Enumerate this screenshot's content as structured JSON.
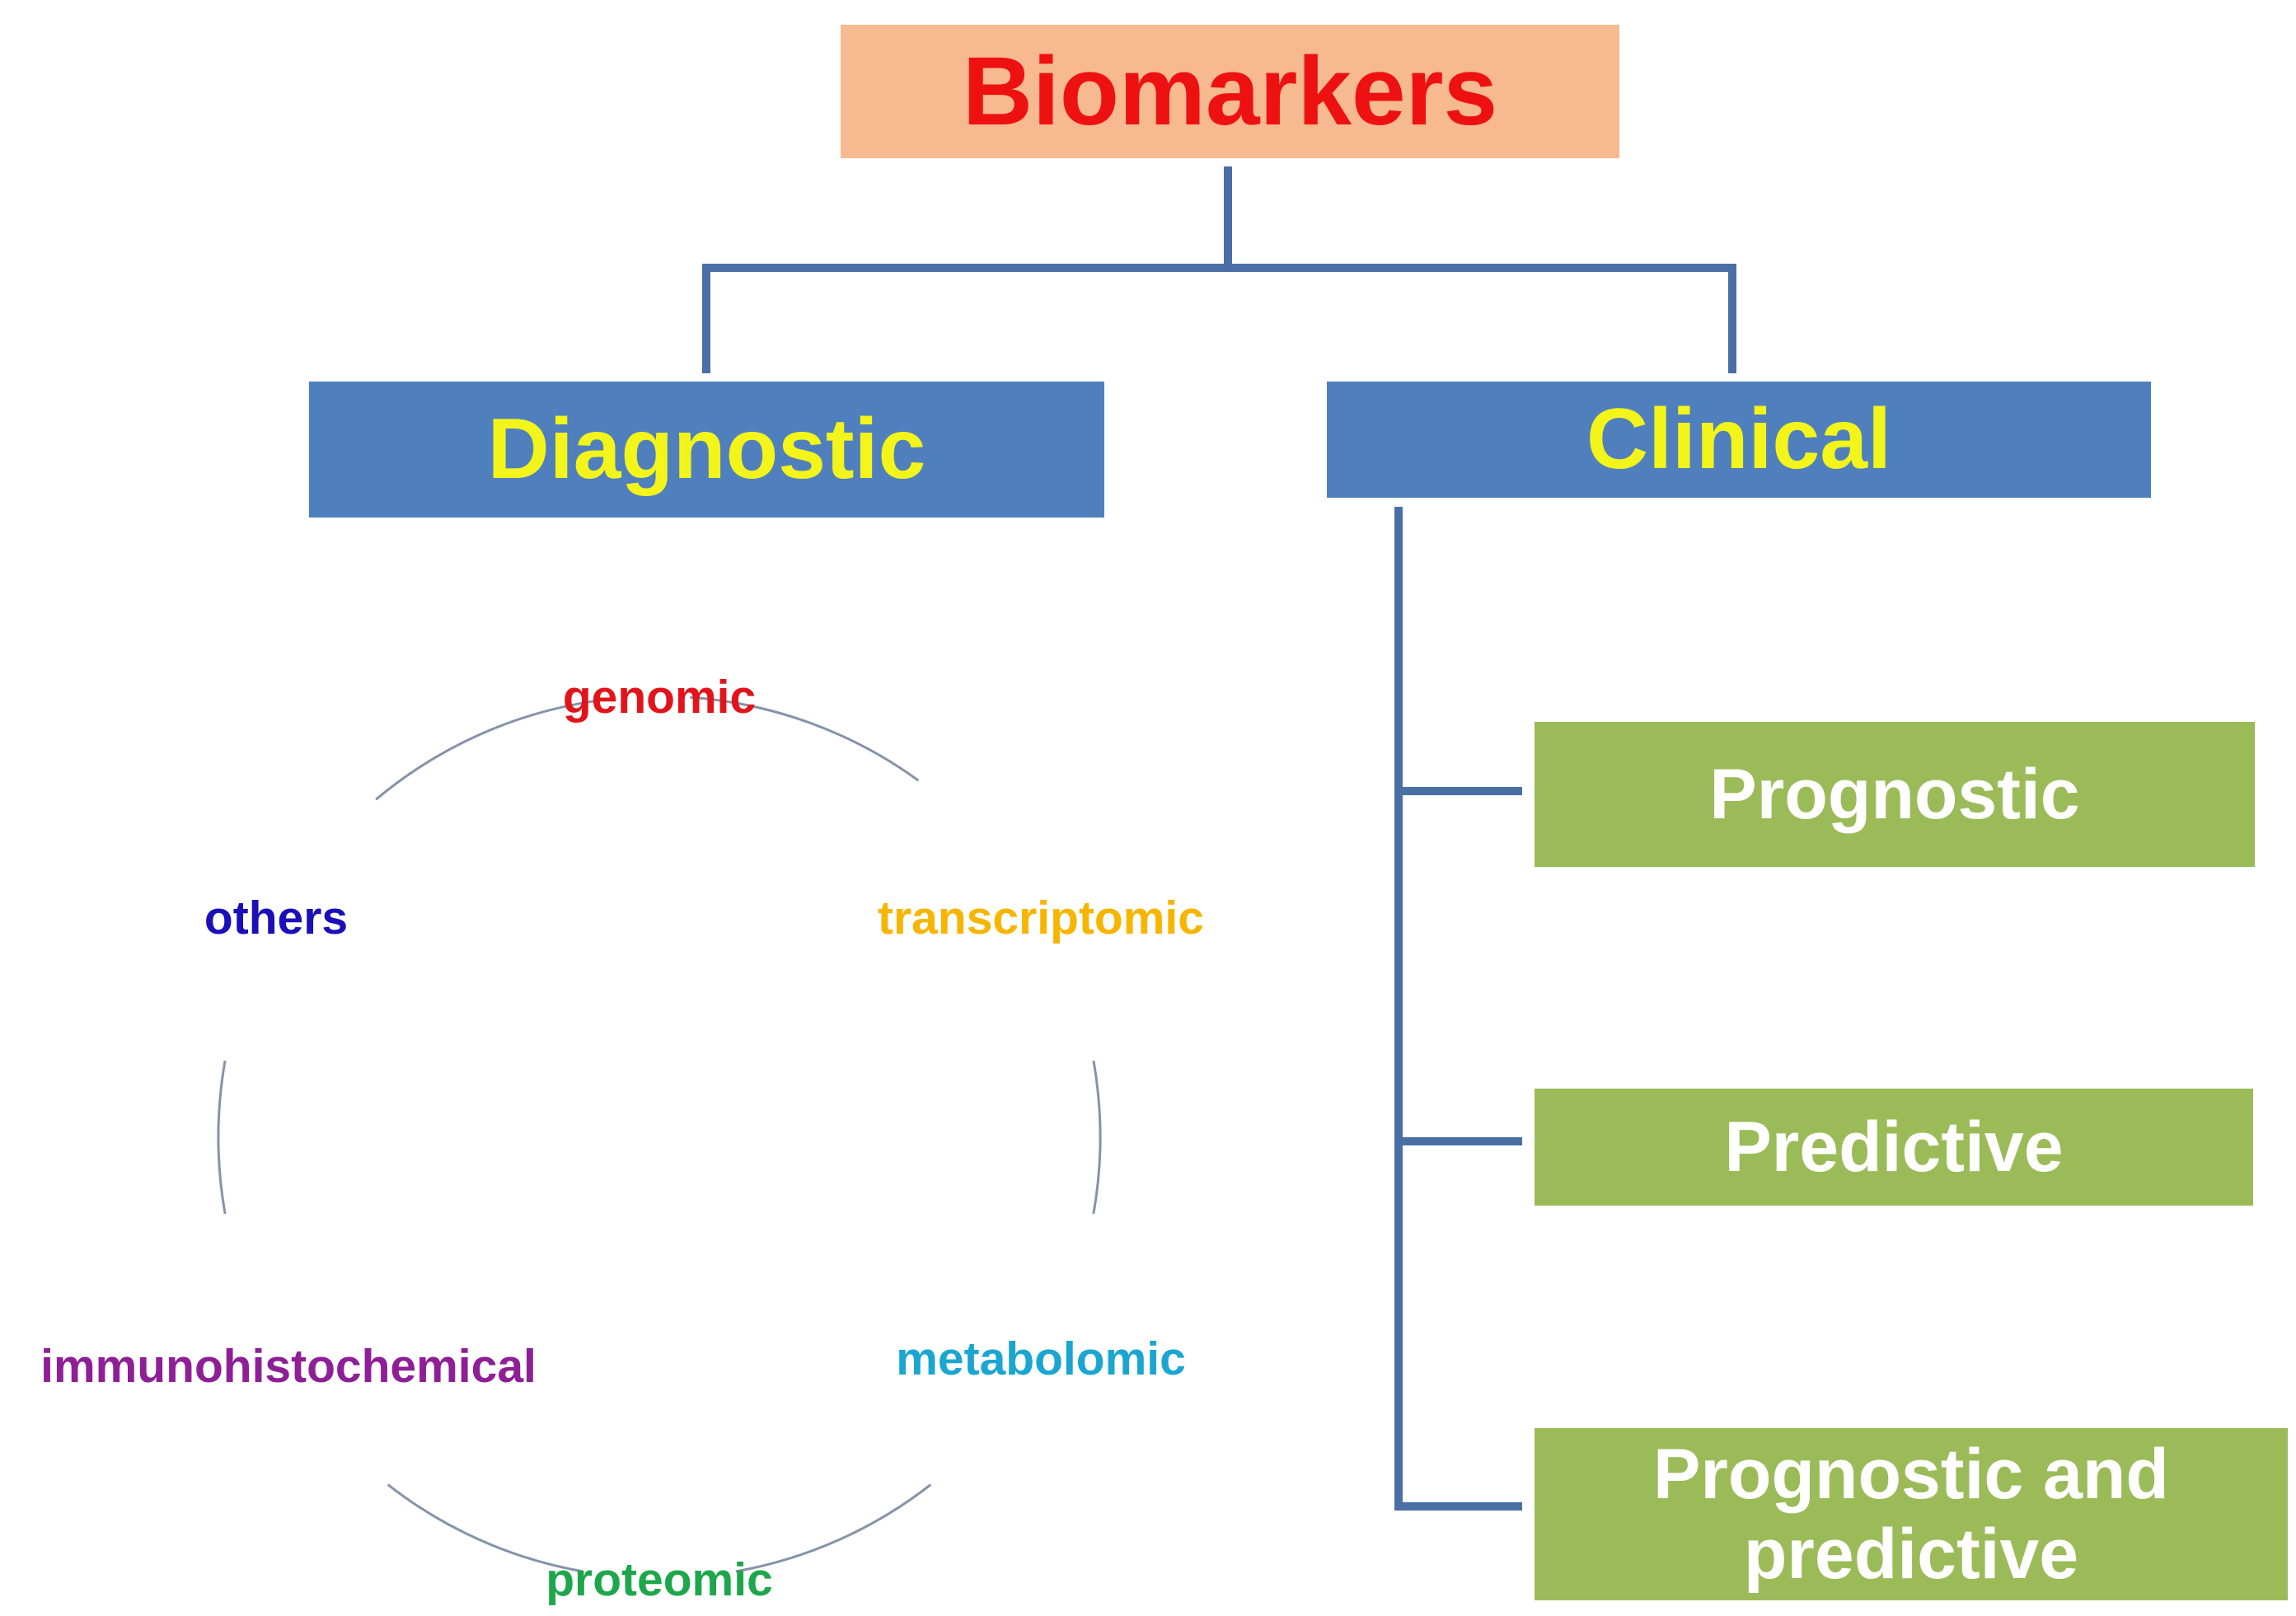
{
  "root": {
    "label": "Biomarkers"
  },
  "branches": {
    "diagnostic": {
      "label": "Diagnostic"
    },
    "clinical": {
      "label": "Clinical"
    }
  },
  "clinical_children": [
    {
      "label": "Prognostic"
    },
    {
      "label": "Predictive"
    },
    {
      "label": "Prognostic and predictive"
    }
  ],
  "diagnostic_cycle": [
    {
      "label": "genomic",
      "color": "#e2141b"
    },
    {
      "label": "transcriptomic",
      "color": "#f7b500"
    },
    {
      "label": "metabolomic",
      "color": "#1aa6d0"
    },
    {
      "label": "proteomic",
      "color": "#1ea64b"
    },
    {
      "label": "immunohistochemical",
      "color": "#8e1f96"
    },
    {
      "label": "others",
      "color": "#1a0fb8"
    }
  ],
  "colors": {
    "root_fill": "#f7b98f",
    "root_text": "#ee1111",
    "branch_fill": "#4f80bd",
    "branch_text": "#f3f51a",
    "leaf_fill": "#9bbb59",
    "leaf_text": "#ffffff",
    "connector": "#4a6fa5",
    "cycle_arc": "#8593a8"
  }
}
